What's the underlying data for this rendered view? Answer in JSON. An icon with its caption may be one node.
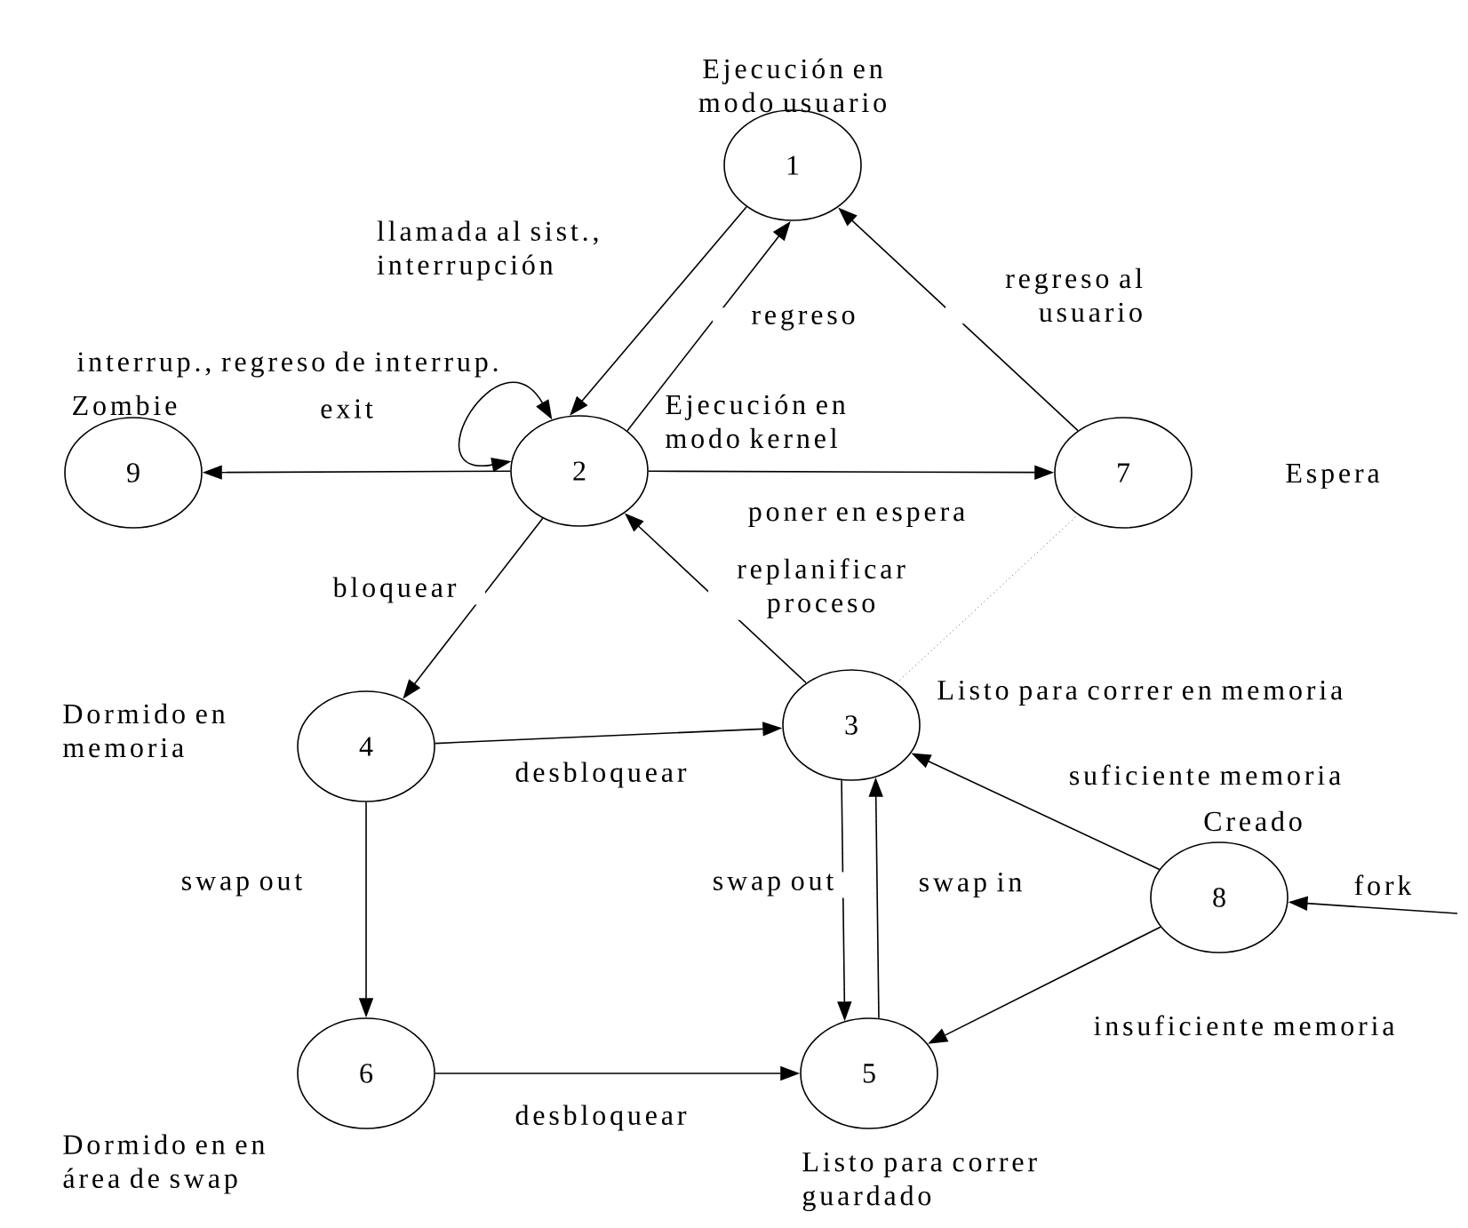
{
  "diagram": {
    "nodes": [
      {
        "text": [
          "1"
        ],
        "beside": [
          "Ejecución en modo usuario"
        ]
      },
      {
        "text": [
          "2"
        ],
        "beside": [
          "Ejecución en modo kernel"
        ]
      },
      {
        "text": [
          "3"
        ],
        "beside": [
          "Listo para correr en memoria"
        ]
      },
      {
        "text": [
          "4"
        ],
        "beside": [
          "Dormido en memoria"
        ]
      },
      {
        "text": [
          "5"
        ],
        "beside": [
          "Listo para correr guardado"
        ]
      },
      {
        "text": [
          "6"
        ],
        "beside": [
          "Dormido en en área de swap"
        ]
      },
      {
        "text": [
          "7"
        ],
        "beside": [
          "Espera"
        ]
      },
      {
        "text": [
          "8"
        ],
        "beside": [
          "Creado"
        ]
      },
      {
        "text": [
          "9"
        ],
        "beside": [
          "Zombie"
        ]
      }
    ],
    "edges": [
      {
        "from": 0,
        "to": 1,
        "arrow": "to",
        "label": "llamada al sist., interrupción"
      },
      {
        "from": 1,
        "to": 0,
        "arrow": "to",
        "label": "regreso"
      },
      {
        "from": 1,
        "to": 1,
        "arrow": "both",
        "label": "interrup., regreso de interrup."
      },
      {
        "from": 1,
        "to": 8,
        "arrow": "to",
        "label": "exit"
      },
      {
        "from": 1,
        "to": 6,
        "arrow": "to",
        "label": "poner en espera"
      },
      {
        "from": 6,
        "to": 0,
        "arrow": "to",
        "label": "regreso al usuario"
      },
      {
        "from": 1,
        "to": 3,
        "arrow": "to",
        "label": "bloquear"
      },
      {
        "from": 2,
        "to": 1,
        "arrow": "to",
        "label": "replanificar proceso"
      },
      {
        "from": 2,
        "to": 6,
        "arrow": "none",
        "style": "dashed"
      },
      {
        "from": 3,
        "to": 2,
        "arrow": "to",
        "label": "desbloquear"
      },
      {
        "from": 3,
        "to": 5,
        "arrow": "to",
        "label": "swap out"
      },
      {
        "from": 5,
        "to": 4,
        "arrow": "to",
        "label": "desbloquear"
      },
      {
        "from": 2,
        "to": 4,
        "arrow": "to",
        "label": "swap out"
      },
      {
        "from": 4,
        "to": 2,
        "arrow": "to",
        "label": "swap in"
      },
      {
        "from": 7,
        "to": 2,
        "arrow": "to",
        "label": "suficiente memoria"
      },
      {
        "from": 7,
        "to": 4,
        "arrow": "to",
        "label": "insuficiente memoria"
      },
      {
        "from": null,
        "to": 7,
        "arrow": "to",
        "label": "fork"
      }
    ]
  }
}
